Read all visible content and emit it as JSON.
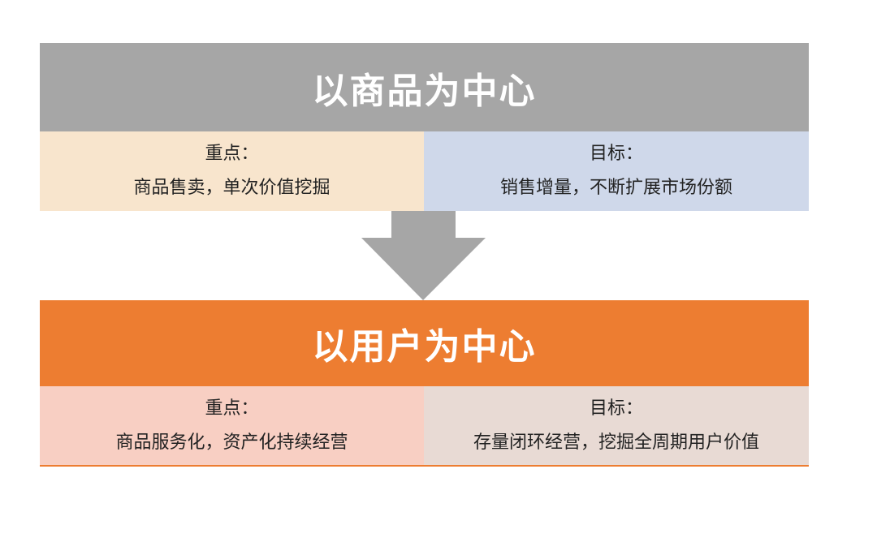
{
  "top": {
    "title": "以商品为中心",
    "left": {
      "label": "重点：",
      "text": "商品售卖，单次价值挖掘"
    },
    "right": {
      "label": "目标：",
      "text": "销售增量，不断扩展市场份额"
    }
  },
  "bottom": {
    "title": "以用户为中心",
    "left": {
      "label": "重点：",
      "text": "商品服务化，资产化持续经营"
    },
    "right": {
      "label": "目标：",
      "text": "存量闭环经营，挖掘全周期用户价值"
    }
  },
  "arrow_icon": "down-arrow-icon",
  "colors": {
    "top_header": "#a6a6a6",
    "top_left": "#f8e5cd",
    "top_right": "#cfd8ea",
    "bottom_header": "#ed7d31",
    "bottom_left": "#f8cfc3",
    "bottom_right": "#e8dad4",
    "arrow": "#a6a6a6"
  }
}
